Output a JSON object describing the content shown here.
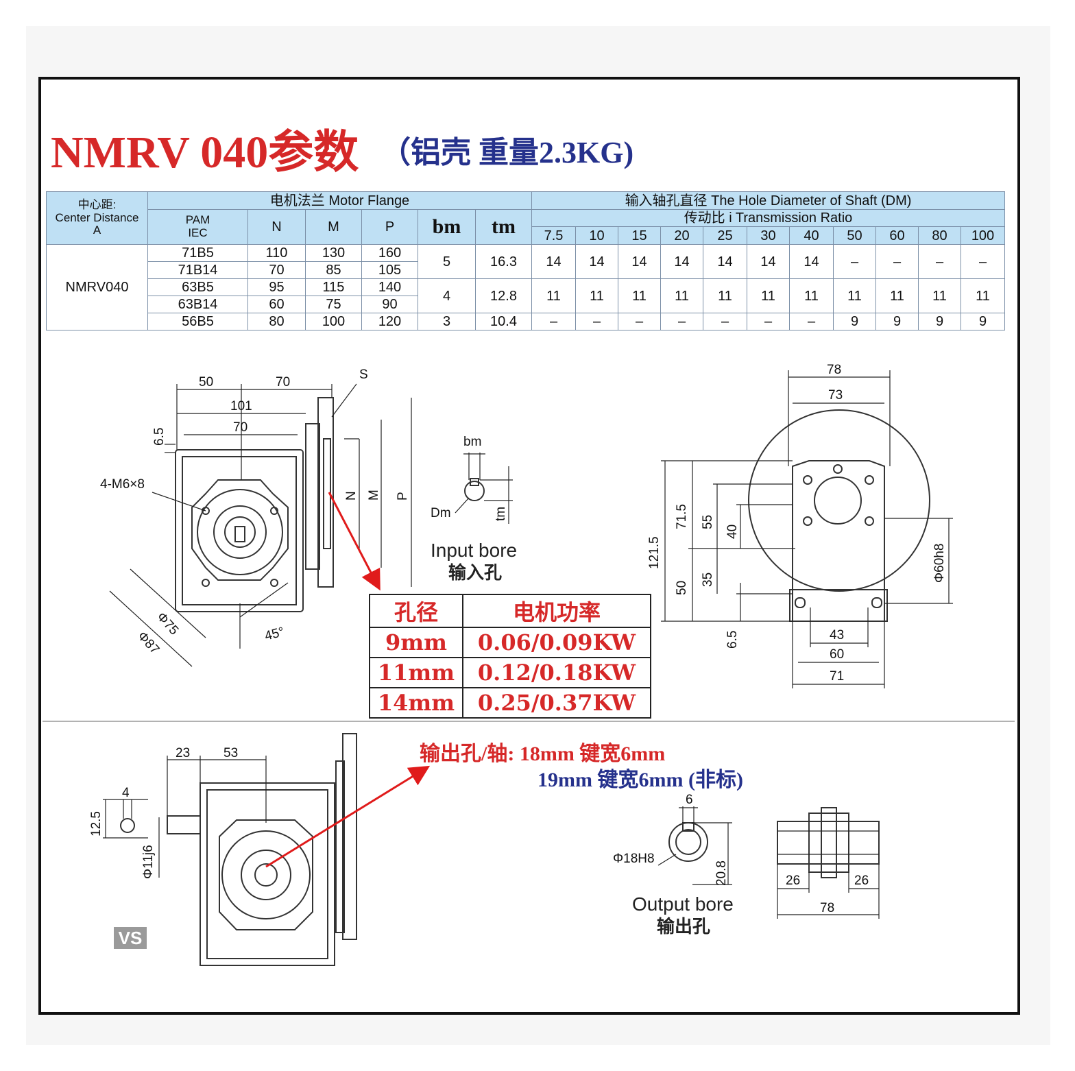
{
  "title": "NMRV 040参数",
  "subtitle": "（铝壳 重量2.3KG)",
  "table": {
    "center_distance_cn": "中心距:",
    "center_distance_en": "Center Distance",
    "center_distance_a": "A",
    "motor_flange": "电机法兰  Motor Flange",
    "hole_diameter": "输入轴孔直径      The Hole Diameter of Shaft  (DM)",
    "transmission_ratio": "传动比  i Transmission Ratio",
    "pam": "PAM",
    "iec": "IEC",
    "col_n": "N",
    "col_m": "M",
    "col_p": "P",
    "col_bm": "bm",
    "col_tm": "tm",
    "ratios": [
      "7.5",
      "10",
      "15",
      "20",
      "25",
      "30",
      "40",
      "50",
      "60",
      "80",
      "100"
    ],
    "model": "NMRV040",
    "rows": [
      {
        "pam": "71B5",
        "n": "110",
        "m": "130",
        "p": "160"
      },
      {
        "pam": "71B14",
        "n": "70",
        "m": "85",
        "p": "105"
      },
      {
        "pam": "63B5",
        "n": "95",
        "m": "115",
        "p": "140"
      },
      {
        "pam": "63B14",
        "n": "60",
        "m": "75",
        "p": "90"
      },
      {
        "pam": "56B5",
        "n": "80",
        "m": "100",
        "p": "120"
      }
    ],
    "groups": [
      {
        "bm": "5",
        "tm": "16.3",
        "dm": [
          "14",
          "14",
          "14",
          "14",
          "14",
          "14",
          "14",
          "–",
          "–",
          "–",
          "–"
        ]
      },
      {
        "bm": "4",
        "tm": "12.8",
        "dm": [
          "11",
          "11",
          "11",
          "11",
          "11",
          "11",
          "11",
          "11",
          "11",
          "11",
          "11"
        ]
      },
      {
        "bm": "3",
        "tm": "10.4",
        "dm": [
          "–",
          "–",
          "–",
          "–",
          "–",
          "–",
          "–",
          "9",
          "9",
          "9",
          "9"
        ]
      }
    ]
  },
  "power_table": {
    "header_bore": "孔径",
    "header_power": "电机功率",
    "rows": [
      {
        "bore": "9mm",
        "power": "0.06/0.09KW"
      },
      {
        "bore": "11mm",
        "power": "0.12/0.18KW"
      },
      {
        "bore": "14mm",
        "power": "0.25/0.37KW"
      }
    ]
  },
  "input_bore": {
    "en": "Input bore",
    "cn": "输入孔",
    "bm": "bm",
    "dm": "Dm",
    "tm": "tm"
  },
  "output_bore": {
    "en": "Output bore",
    "cn": "输出孔",
    "width": "6",
    "dia": "Φ18H8",
    "height": "20.8"
  },
  "output_text": {
    "line1": "输出孔/轴: 18mm 键宽6mm",
    "line2": "19mm 键宽6mm (非标)"
  },
  "front_view_dims": [
    "50",
    "70",
    "101",
    "70",
    "6.5",
    "4-M6×8",
    "S",
    "N",
    "M",
    "P",
    "Φ75",
    "Φ87",
    "45°"
  ],
  "side_view_dims": [
    "78",
    "73",
    "121.5",
    "71.5",
    "55",
    "40",
    "50",
    "35",
    "6.5",
    "43",
    "60",
    "71",
    "Φ60h8"
  ],
  "bottom_view_dims": [
    "23",
    "53",
    "4",
    "12.5",
    "Φ11j6",
    "26",
    "26",
    "78"
  ],
  "logo": "VS",
  "colors": {
    "accent_red": "#d62828",
    "accent_blue": "#25318c",
    "header_bg": "#bfe0f4"
  }
}
